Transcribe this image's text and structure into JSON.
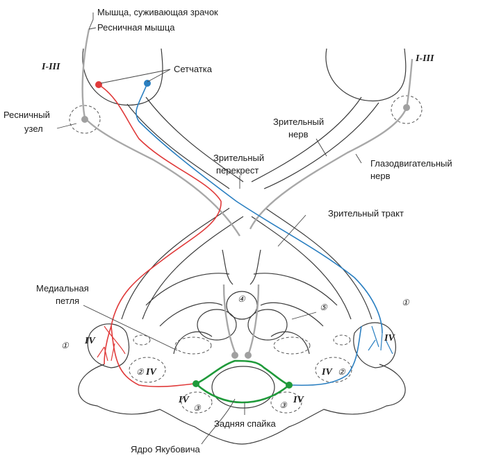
{
  "labels": {
    "sphincter": "Мышца, суживающая зрачок",
    "ciliary_muscle": "Ресничная мышца",
    "retina": "Сетчатка",
    "ciliary_ganglion": [
      "Ресничный",
      "узел"
    ],
    "optic_nerve": [
      "Зрительный",
      "нерв"
    ],
    "chiasm": [
      "Зрительный",
      "перекрест"
    ],
    "oculomotor_nerve": [
      "Глазодвигательный",
      "нерв"
    ],
    "optic_tract": "Зрительный тракт",
    "medial_lemniscus": [
      "Медиальная",
      "петля"
    ],
    "posterior_commissure": "Задняя спайка",
    "yakubovich_nucleus": "Ядро Якубовича"
  },
  "roman": {
    "left_top": "I-III",
    "right_top": "I-III",
    "iv_left_1": "IV",
    "iv_left_2": "IV",
    "iv_left_3": "IV",
    "iv_right_1": "IV",
    "iv_right_2": "IV",
    "iv_right_3": "IV"
  },
  "numbers": {
    "n1_left": "①",
    "n1_right": "①",
    "n2_left": "②",
    "n2_right": "②",
    "n3_left": "③",
    "n3_right": "③",
    "n4": "④",
    "n5": "⑤"
  },
  "colors": {
    "red_pathway": "#e03a3a",
    "blue_pathway": "#2a7fc1",
    "green_pathway": "#1f9a3a",
    "gray_neuron": "#a0a0a0"
  }
}
